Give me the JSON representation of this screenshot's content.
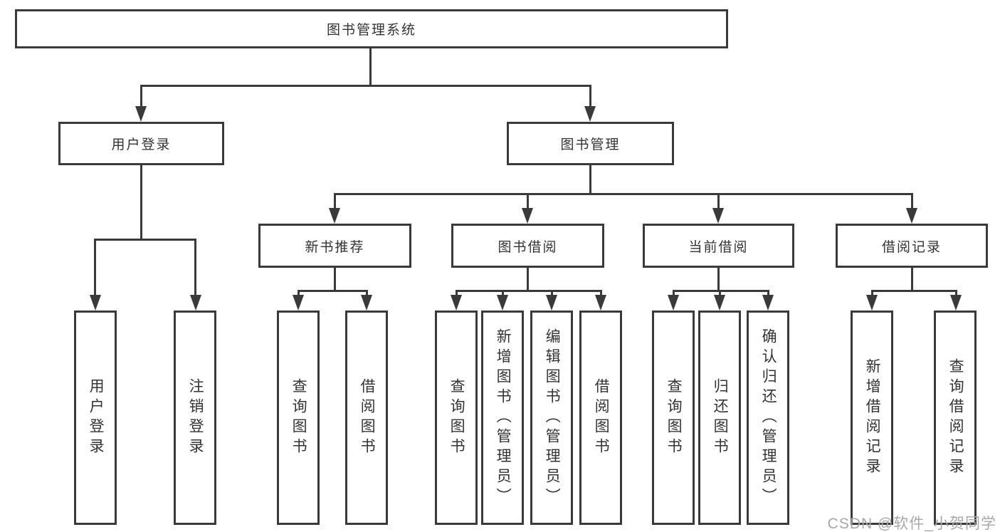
{
  "colors": {
    "line": "#3a3a3a",
    "text": "#333333",
    "watermark": "#a8a8a8",
    "background": "#ffffff"
  },
  "watermark": {
    "text": "CSDN @软件_小贺同学"
  },
  "diagram": {
    "type": "hierarchy-tree",
    "root": {
      "label": "图书管理系统",
      "children": [
        {
          "label": "用户登录",
          "children": [
            {
              "label": "用户登录"
            },
            {
              "label": "注销登录"
            }
          ]
        },
        {
          "label": "图书管理",
          "children": [
            {
              "label": "新书推荐",
              "children": [
                {
                  "label": "查询图书"
                },
                {
                  "label": "借阅图书"
                }
              ]
            },
            {
              "label": "图书借阅",
              "children": [
                {
                  "label": "查询图书"
                },
                {
                  "label": "新增图书（管理员）"
                },
                {
                  "label": "编辑图书（管理员）"
                },
                {
                  "label": "借阅图书"
                }
              ]
            },
            {
              "label": "当前借阅",
              "children": [
                {
                  "label": "查询图书"
                },
                {
                  "label": "归还图书"
                },
                {
                  "label": "确认归还（管理员）"
                }
              ]
            },
            {
              "label": "借阅记录",
              "children": [
                {
                  "label": "新增借阅记录"
                },
                {
                  "label": "查询借阅记录"
                }
              ]
            }
          ]
        }
      ]
    }
  }
}
